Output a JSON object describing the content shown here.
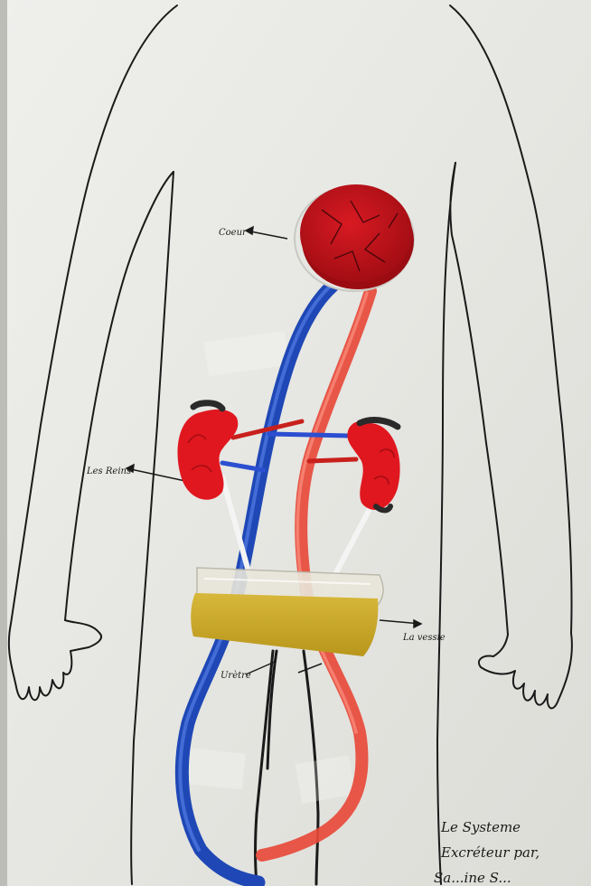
{
  "labels": {
    "heart": "Coeur",
    "kidneys": "Les Reins",
    "bladder": "La vessie",
    "urethra": "Urètre"
  },
  "title": {
    "line1": "Le Systeme",
    "line2": "Excréteur par,",
    "line3": "Sa...ine S..."
  },
  "colors": {
    "board": "#e9e9e6",
    "outline": "#1a1a1a",
    "heart": "#c4141c",
    "kidney": "#e51c24",
    "vein": "#2f5fd0",
    "artery": "#ee5a48",
    "bladder": "#c9a825"
  }
}
